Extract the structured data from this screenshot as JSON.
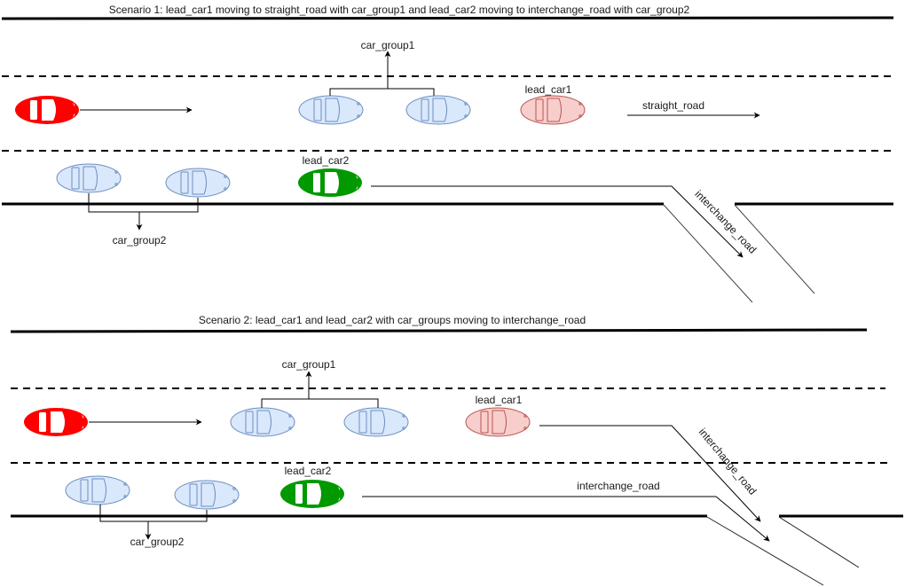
{
  "colors": {
    "lead_car1_solid": "#ff0000",
    "lead_car2_solid": "#009900",
    "group_car_fill": "#dae8fc",
    "group_car_stroke": "#6c8ebf",
    "ghost_lead_fill": "#f8cecc",
    "ghost_lead_stroke": "#b85450",
    "line": "#000000"
  },
  "scenario1": {
    "title": "Scenario 1: lead_car1 moving to straight_road with car_group1 and lead_car2 moving to interchange_road with car_group2",
    "labels": {
      "car_group1": "car_group1",
      "car_group2": "car_group2",
      "lead_car1": "lead_car1",
      "lead_car2": "lead_car2",
      "straight_road": "straight_road",
      "interchange_road": "interchange_road"
    }
  },
  "scenario2": {
    "title": "Scenario 2: lead_car1 and lead_car2 with car_groups moving to interchange_road",
    "labels": {
      "car_group1": "car_group1",
      "car_group2": "car_group2",
      "lead_car1": "lead_car1",
      "lead_car2": "lead_car2",
      "interchange_road_diag": "interchange_road",
      "interchange_road_horiz": "interchange_road"
    }
  }
}
